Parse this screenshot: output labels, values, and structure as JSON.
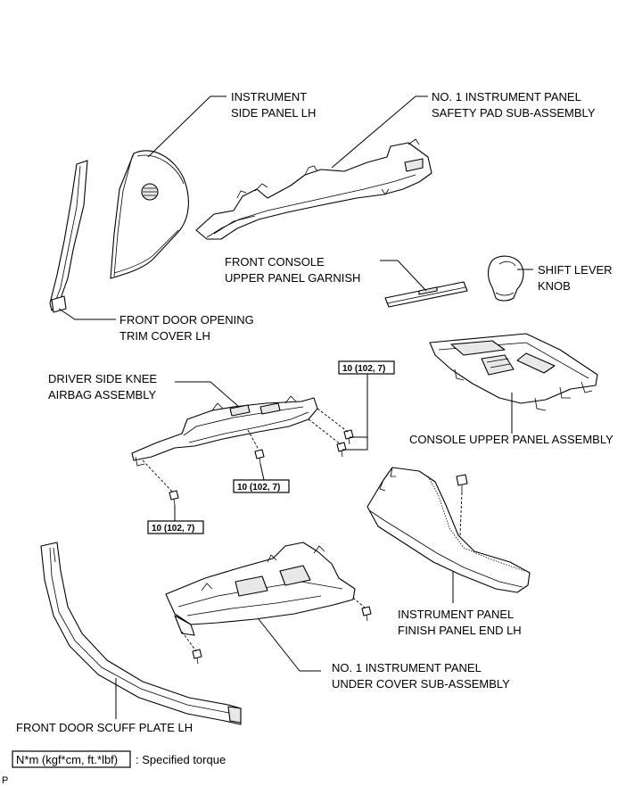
{
  "labels": {
    "instrument_side_panel_lh": [
      "INSTRUMENT",
      "SIDE PANEL LH"
    ],
    "safety_pad": [
      "NO. 1 INSTRUMENT PANEL",
      "SAFETY PAD SUB-ASSEMBLY"
    ],
    "front_console_garnish": [
      "FRONT CONSOLE",
      "UPPER PANEL GARNISH"
    ],
    "shift_lever_knob": [
      "SHIFT LEVER",
      "KNOB"
    ],
    "front_door_opening_trim": [
      "FRONT DOOR OPENING",
      "TRIM COVER LH"
    ],
    "driver_knee_airbag": [
      "DRIVER SIDE KNEE",
      "AIRBAG ASSEMBLY"
    ],
    "console_upper_panel": "CONSOLE UPPER PANEL ASSEMBLY",
    "instrument_finish_panel_end": [
      "INSTRUMENT PANEL",
      "FINISH PANEL END LH"
    ],
    "under_cover": [
      "NO. 1 INSTRUMENT PANEL",
      "UNDER COVER SUB-ASSEMBLY"
    ],
    "front_door_scuff_plate": "FRONT DOOR SCUFF PLATE LH"
  },
  "torque_values": [
    "10 (102, 7)",
    "10 (102, 7)",
    "10 (102, 7)"
  ],
  "legend": {
    "box_text": "N*m (kgf*cm, ft.*lbf)",
    "description": ": Specified torque"
  },
  "corner_mark": "P"
}
